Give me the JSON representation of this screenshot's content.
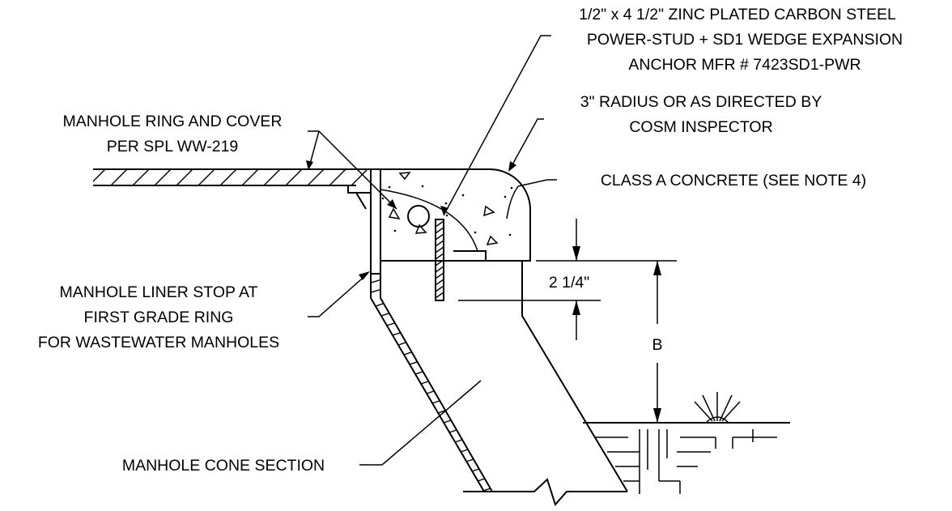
{
  "labels": {
    "anchor_line1": "1/2\" x 4 1/2\" ZINC PLATED CARBON STEEL",
    "anchor_line2": "POWER-STUD + SD1 WEDGE EXPANSION",
    "anchor_line3": "ANCHOR  MFR # 7423SD1-PWR",
    "radius_line1": "3\" RADIUS OR AS DIRECTED BY",
    "radius_line2": "COSM INSPECTOR",
    "ring_line1": "MANHOLE RING AND COVER",
    "ring_line2": "PER SPL WW-219",
    "concrete": "CLASS A CONCRETE (SEE NOTE 4)",
    "liner_line1": "MANHOLE LINER STOP AT",
    "liner_line2": "FIRST GRADE RING",
    "liner_line3": "FOR WASTEWATER MANHOLES",
    "dim_2_25": "2 1/4\"",
    "dim_b": "B",
    "cone": "MANHOLE CONE SECTION"
  }
}
